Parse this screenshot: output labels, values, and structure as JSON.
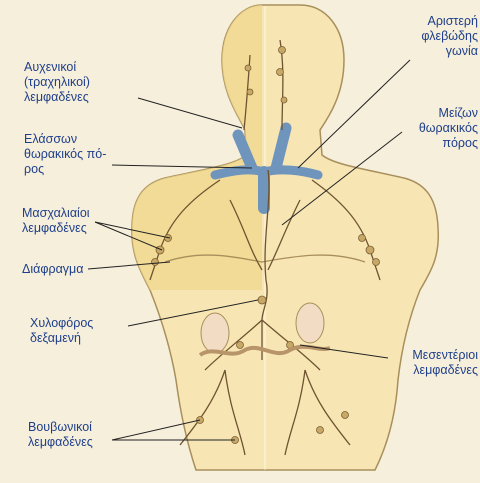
{
  "labels": {
    "cervical_nodes": "Αυχενικοί\n(τραχηλικοί)\nλεμφαδένες",
    "left_venous_angle": "Αριστερή\nφλεβώδης\nγωνία",
    "minor_thoracic_duct": "Ελάσσων\nθωρακικός πό-\nρος",
    "major_thoracic_duct": "Μείζων\nθωρακικός\nπόρος",
    "axillary_nodes": "Μασχαλιαίοι\nλεμφαδένες",
    "diaphragm": "Διάφραγμα",
    "cisterna_chyli": "Χυλοφόρος\nδεξαμενή",
    "mesenteric_nodes": "Μεσεντέριοι\nλεμφαδένες",
    "inguinal_nodes": "Βουβωνικοί\nλεμφαδένες"
  },
  "colors": {
    "background": "#f6efdc",
    "body_fill": "#f7e6b4",
    "body_shade": "#f0d68a",
    "outline": "#a88f5c",
    "veins": "#6f95bd",
    "lymph": "#6e5330",
    "node": "#c8a866",
    "kidney": "#f3dcc4",
    "label_text": "#1f3f8a",
    "leader": "#222222"
  }
}
